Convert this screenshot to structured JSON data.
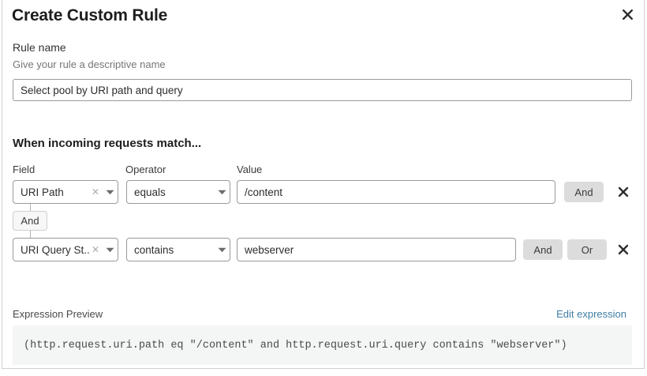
{
  "dialog": {
    "title": "Create Custom Rule",
    "close_icon": "close-icon"
  },
  "rule_name": {
    "label": "Rule name",
    "help_text": "Give your rule a descriptive name",
    "value": "Select pool by URI path and query",
    "placeholder": "Rule name"
  },
  "match_section": {
    "heading": "When incoming requests match...",
    "columns": {
      "field": "Field",
      "operator": "Operator",
      "value": "Value"
    },
    "rows": [
      {
        "field": "URI Path",
        "operator": "equals",
        "value": "/content",
        "value_placeholder": "Value",
        "clear_icon": "clear-x-icon",
        "caret_icon": "chevron-down-icon",
        "buttons": [
          "And"
        ],
        "delete_icon": "close-icon"
      },
      {
        "field": "URI Query St...",
        "operator": "contains",
        "value": "webserver",
        "value_placeholder": "Value",
        "clear_icon": "clear-x-icon",
        "caret_icon": "chevron-down-icon",
        "buttons": [
          "And",
          "Or"
        ],
        "delete_icon": "close-icon"
      }
    ],
    "connector": "And"
  },
  "expression_preview": {
    "label": "Expression Preview",
    "edit_link": "Edit expression",
    "code": "(http.request.uri.path eq \"/content\" and http.request.uri.query contains \"webserver\")"
  },
  "colors": {
    "link": "#3f7ea6",
    "button_bg": "#dcdcdc",
    "border": "#9a9a9a",
    "code_bg": "#f4f5f5"
  }
}
